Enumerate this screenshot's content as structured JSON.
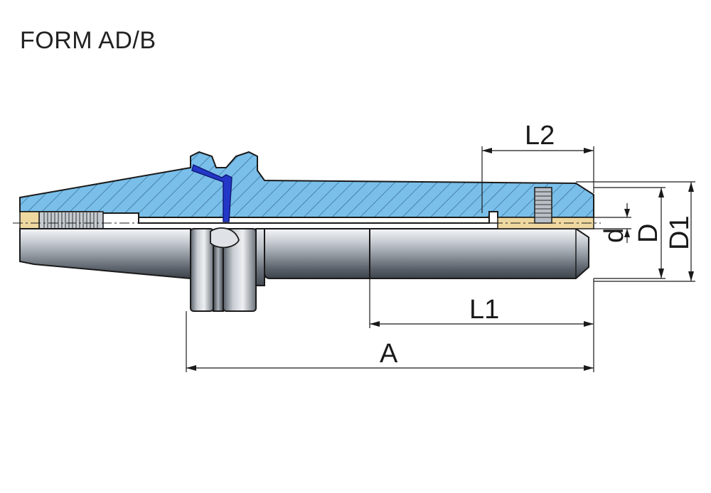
{
  "title": "FORM AD/B",
  "dimensions": {
    "l2": "L2",
    "l1": "L1",
    "a": "A",
    "d": "d",
    "d_big": "D",
    "d1": "D1"
  },
  "colors": {
    "section_fill": "#79bfe9",
    "hatch": "#2a5f8a",
    "outline": "#1a1a1a",
    "steel_light": "#f2f4f7",
    "steel_dark": "#4d5560",
    "brass": "#efd8a0",
    "key_blue": "#2438c8"
  }
}
